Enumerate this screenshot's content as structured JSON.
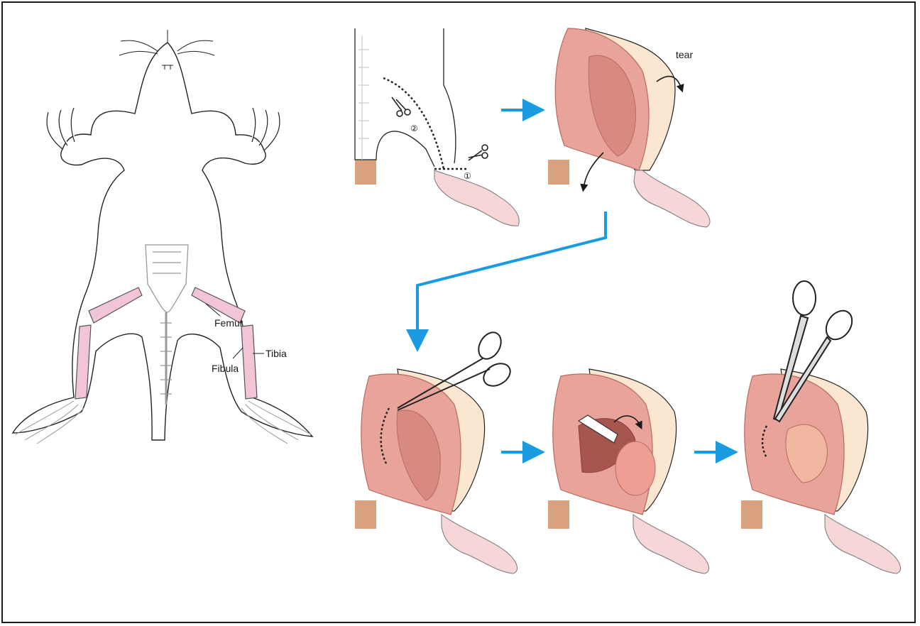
{
  "labels": {
    "femur": "Femur",
    "tibia": "Tibia",
    "fibula": "Fibula",
    "tear": "tear",
    "step1": "①",
    "step2": "②"
  },
  "colors": {
    "bone_pink": "#f2c4d8",
    "muscle_red": "#e8a49a",
    "muscle_dark": "#d98a80",
    "skin": "#fbe6d2",
    "arrow_blue": "#1a9ae0",
    "fur_tan": "#d9a27c"
  }
}
